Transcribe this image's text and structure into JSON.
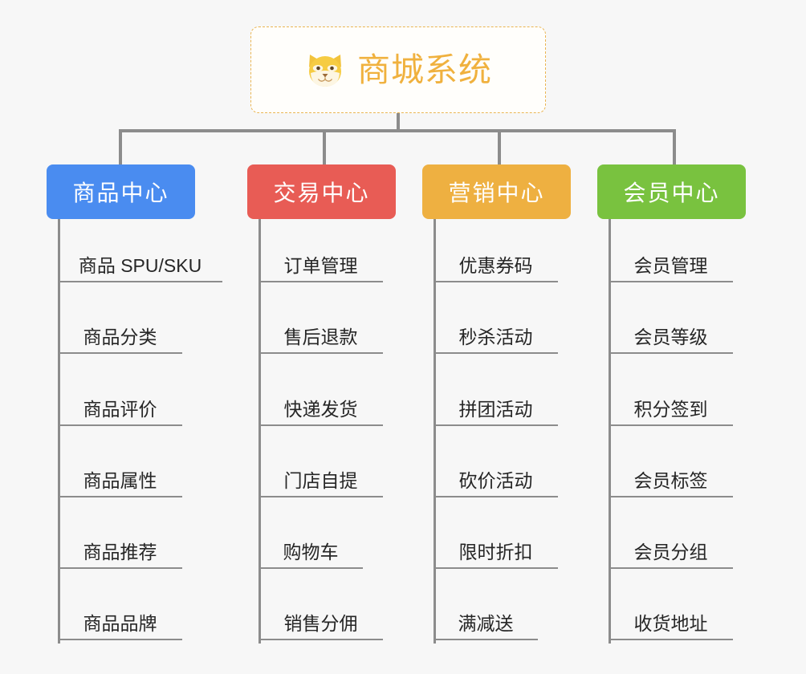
{
  "diagram": {
    "background_color": "#f7f7f7",
    "connector_color": "#8c8c8c",
    "root": {
      "icon": "shiba-dog-face-icon",
      "title": "商城系统",
      "text_color": "#f0b13e",
      "border_color": "#eab552",
      "fill_color": "#fffefb"
    },
    "branches": [
      {
        "label": "商品中心",
        "color": "#4a8cf0",
        "items": [
          "商品 SPU/SKU",
          "商品分类",
          "商品评价",
          "商品属性",
          "商品推荐",
          "商品品牌"
        ]
      },
      {
        "label": "交易中心",
        "color": "#e85c55",
        "items": [
          "订单管理",
          "售后退款",
          "快递发货",
          "门店自提",
          "购物车",
          "销售分佣"
        ]
      },
      {
        "label": "营销中心",
        "color": "#eeb041",
        "items": [
          "优惠券码",
          "秒杀活动",
          "拼团活动",
          "砍价活动",
          "限时折扣",
          "满减送"
        ]
      },
      {
        "label": "会员中心",
        "color": "#79c23f",
        "items": [
          "会员管理",
          "会员等级",
          "积分签到",
          "会员标签",
          "会员分组",
          "收货地址"
        ]
      }
    ]
  }
}
